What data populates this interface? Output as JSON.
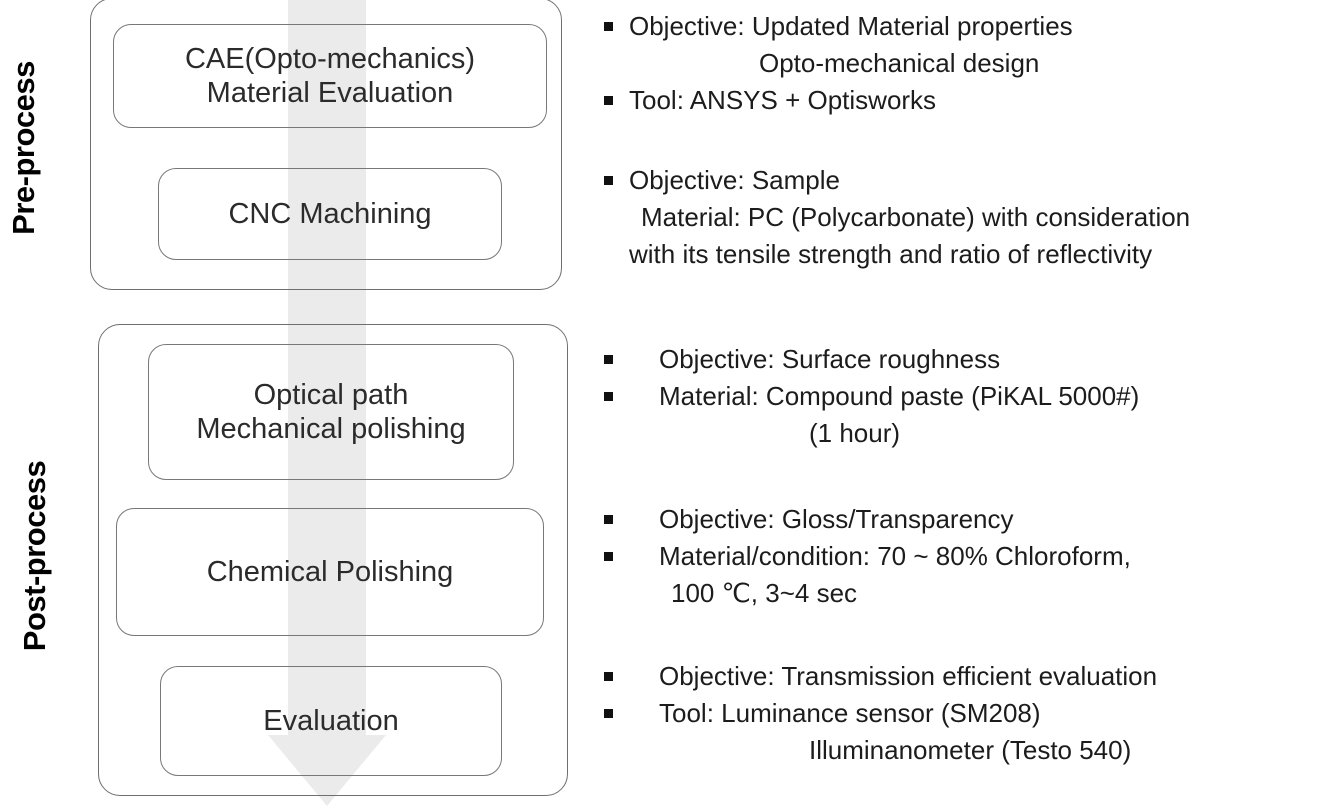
{
  "stages": [
    {
      "id": "pre",
      "label": "Pre-process"
    },
    {
      "id": "post",
      "label": "Post-process"
    }
  ],
  "steps": {
    "cae": {
      "line1": "CAE(Opto-mechanics)",
      "line2": "Material Evaluation"
    },
    "cnc": {
      "line1": "CNC Machining"
    },
    "optical": {
      "line1": "Optical path",
      "line2": "Mechanical polishing"
    },
    "chem": {
      "line1": "Chemical Polishing"
    },
    "eval": {
      "line1": "Evaluation"
    }
  },
  "notes": {
    "group1": [
      "Objective: Updated Material properties",
      "Opto-mechanical design",
      "Tool: ANSYS + Optisworks"
    ],
    "group2": [
      "Objective: Sample",
      "Material: PC (Polycarbonate) with consideration",
      "with its tensile strength and ratio of reflectivity"
    ],
    "group3": [
      "Objective: Surface roughness",
      "Material: Compound paste (PiKAL 5000#)",
      "(1 hour)"
    ],
    "group4": [
      "Objective: Gloss/Transparency",
      "Material/condition: 70 ~ 80% Chloroform,",
      "100 ℃, 3~4 sec"
    ],
    "group5": [
      "Objective: Transmission efficient evaluation",
      "Tool: Luminance sensor (SM208)",
      "Illuminanometer (Testo 540)"
    ]
  },
  "colors": {
    "group_border": "#6f6f6f",
    "step_border": "#787878",
    "arrow_fill": "#ebebeb",
    "text": "#1c1c1c",
    "bullet": "#111111",
    "label": "#000000"
  },
  "arrow": {
    "name": "downward-process-arrow",
    "direction": "down"
  }
}
